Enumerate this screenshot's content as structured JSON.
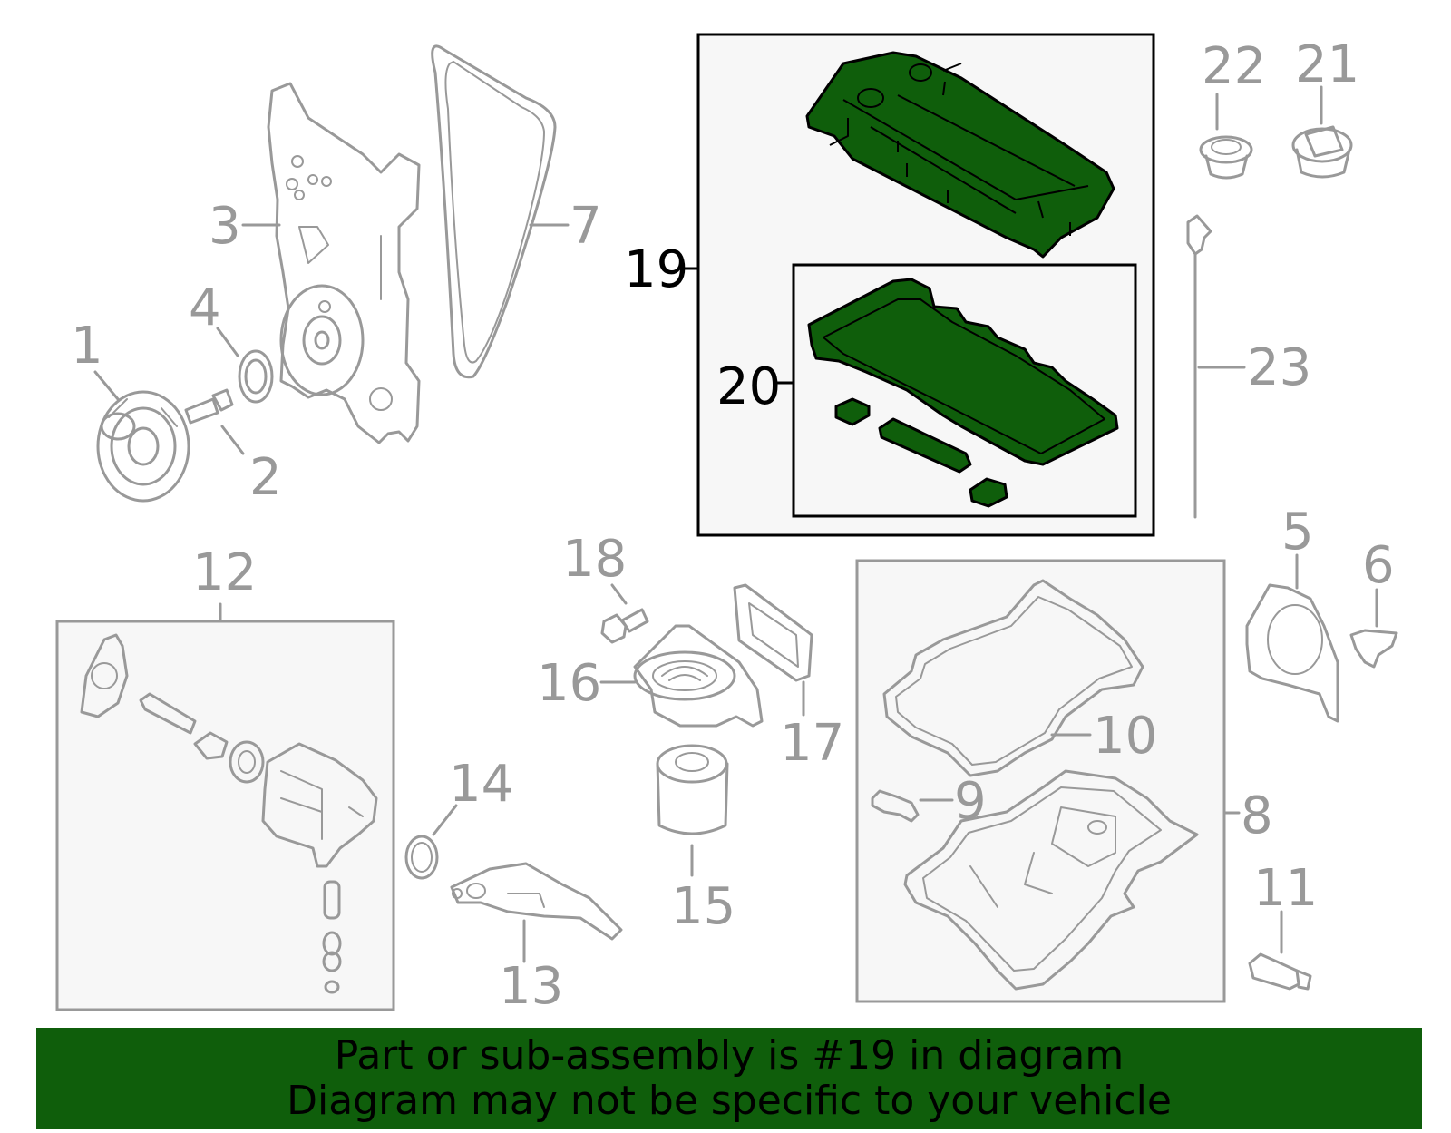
{
  "callouts": {
    "n1": "1",
    "n2": "2",
    "n3": "3",
    "n4": "4",
    "n5": "5",
    "n6": "6",
    "n7": "7",
    "n8": "8",
    "n9": "9",
    "n10": "10",
    "n11": "11",
    "n12": "12",
    "n13": "13",
    "n14": "14",
    "n15": "15",
    "n16": "16",
    "n17": "17",
    "n18": "18",
    "n19": "19",
    "n20": "20",
    "n21": "21",
    "n22": "22",
    "n23": "23"
  },
  "highlight": {
    "part": "19",
    "subpart": "20",
    "color": "#0f5e0b"
  },
  "banner": {
    "line1": "Part or sub-assembly is #19 in diagram",
    "line2": "Diagram may not be specific to your vehicle",
    "background": "#0f5e0b"
  }
}
